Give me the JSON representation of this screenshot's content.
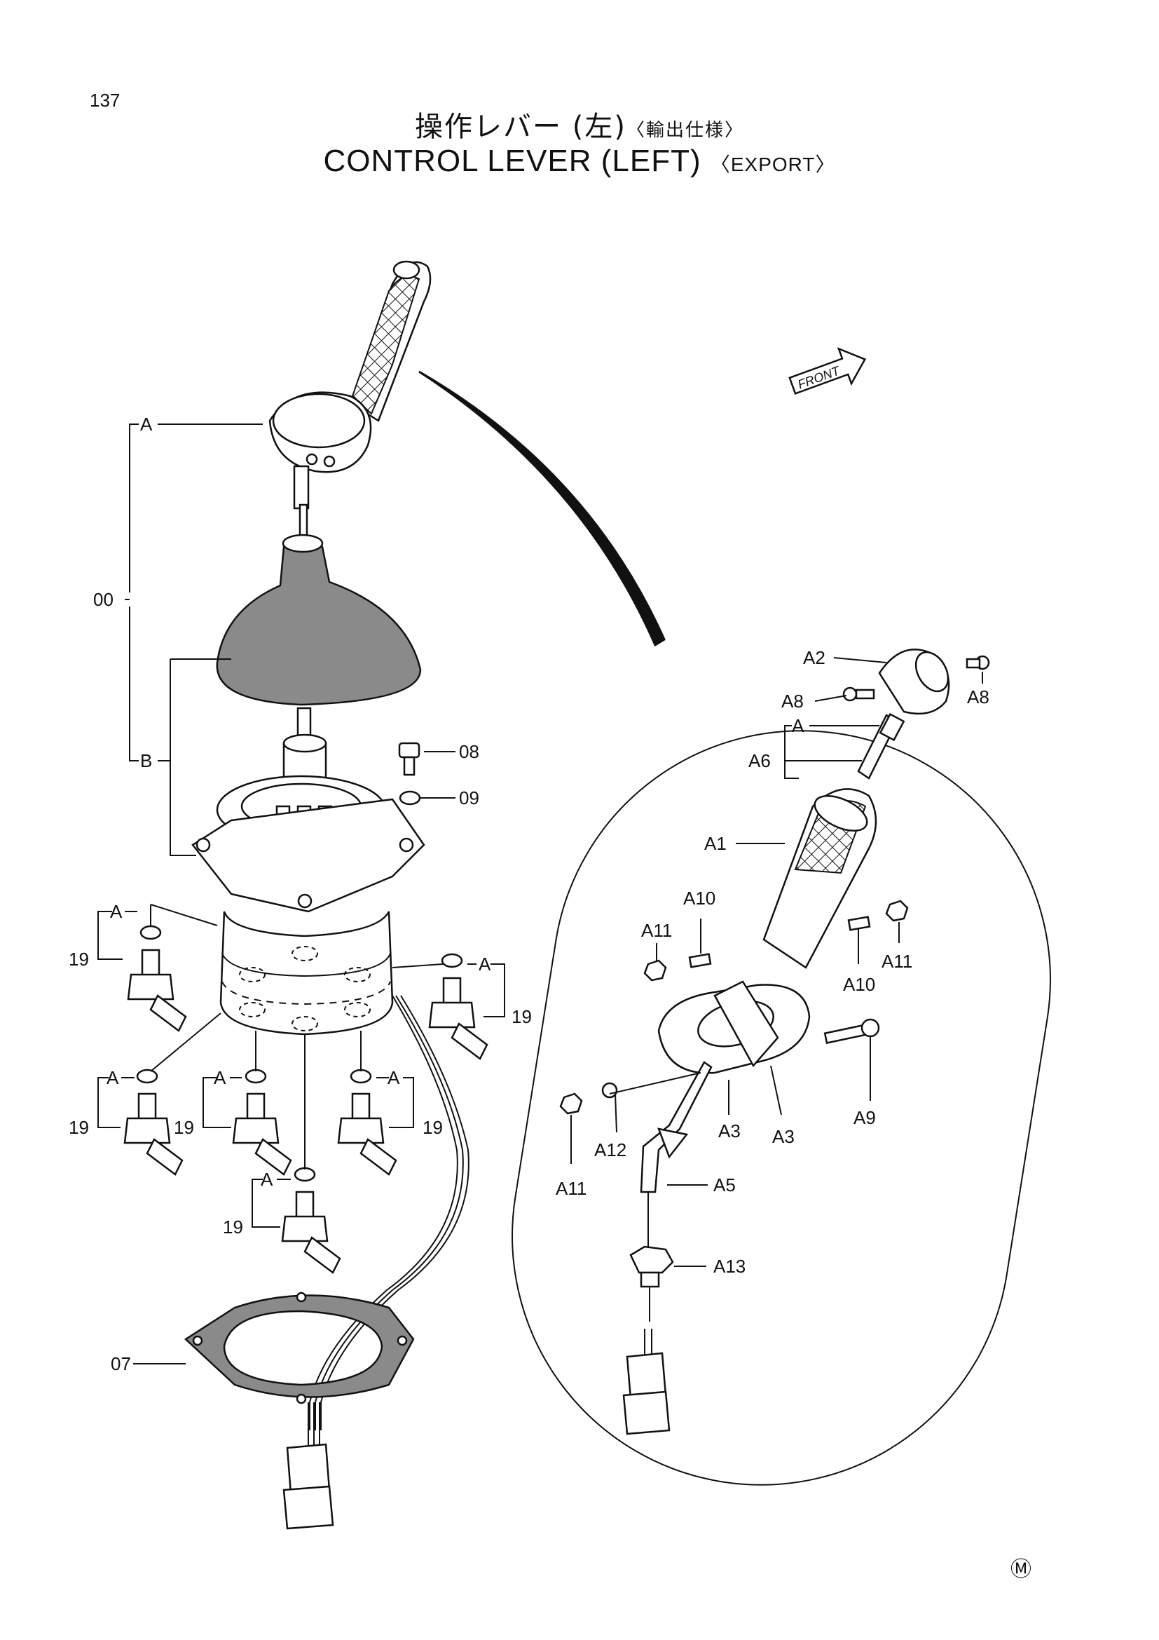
{
  "page_number": "137",
  "title_jp": {
    "main": "操作レバー (左)",
    "sub": "〈輸出仕様〉"
  },
  "title_en": {
    "main": "CONTROL LEVER (LEFT)",
    "sub": "〈EXPORT〉"
  },
  "front_label": "FRONT",
  "mark": "Ⓜ",
  "labels": {
    "A": "A",
    "B": "B",
    "p00": "00",
    "p07": "07",
    "p08": "08",
    "p09": "09",
    "p19": "19",
    "A1": "A1",
    "A2": "A2",
    "A3": "A3",
    "A5": "A5",
    "A6": "A6",
    "A8": "A8",
    "A9": "A9",
    "A10": "A10",
    "A11": "A11",
    "A12": "A12",
    "A13": "A13"
  }
}
